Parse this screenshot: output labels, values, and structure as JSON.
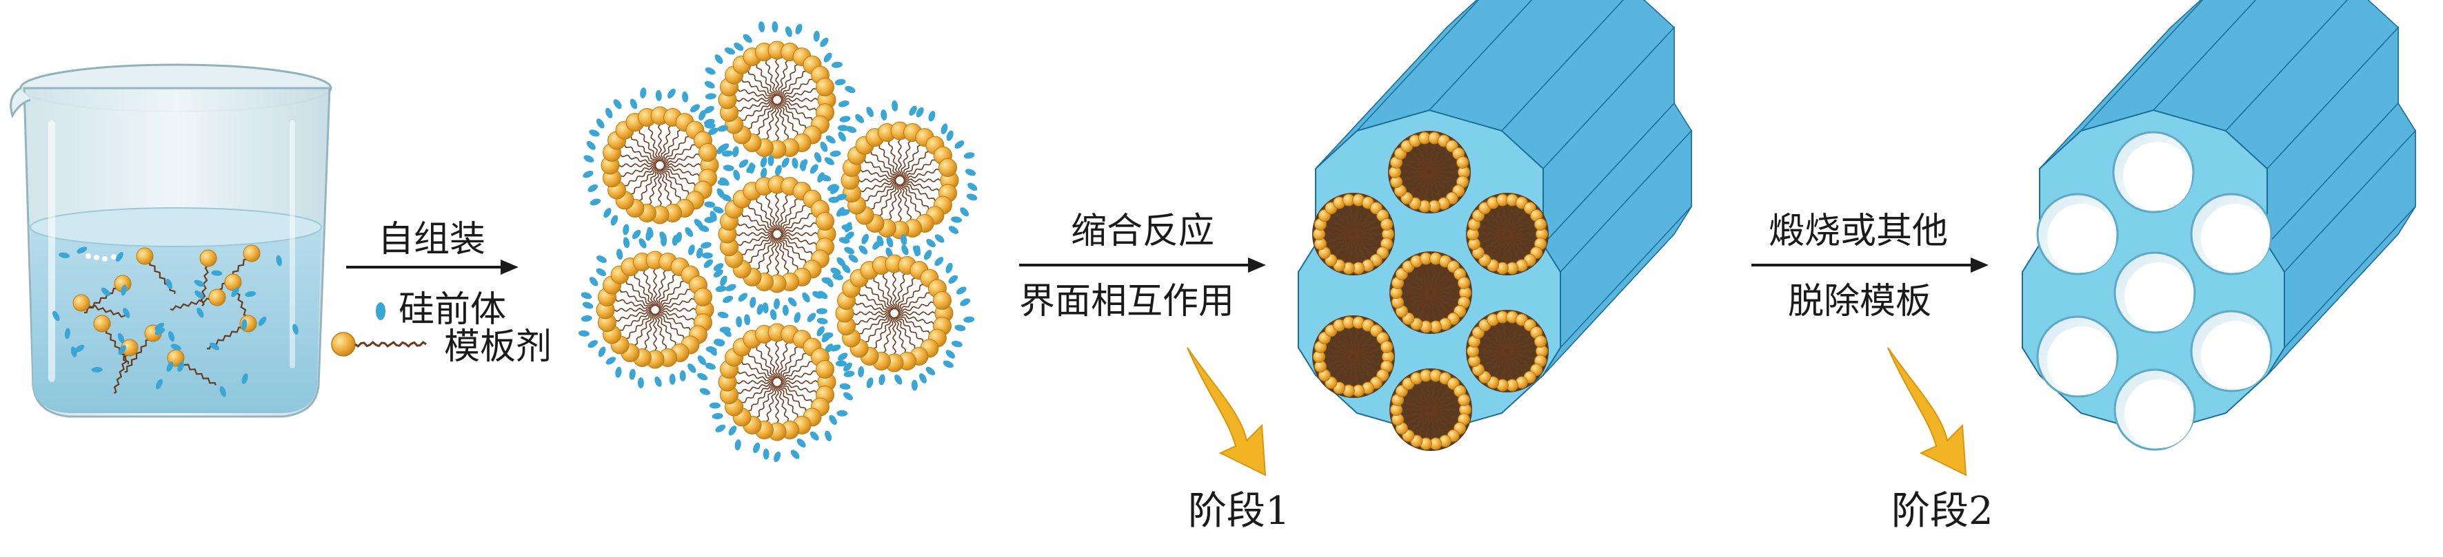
{
  "arrows": {
    "step1": {
      "label": "自组装"
    },
    "step2": {
      "label_top": "缩合反应",
      "label_bottom": "界面相互作用"
    },
    "step3": {
      "label_top": "煅烧或其他",
      "label_bottom": "脱除模板"
    }
  },
  "legend": {
    "silica_precursor": "硅前体",
    "template_agent": "模板剂"
  },
  "stages": {
    "stage1": "阶段1",
    "stage2": "阶段2"
  },
  "colors": {
    "silica_blue": "#3aa6d6",
    "silica_top": "#58b6de",
    "silica_dark": "#1f78a8",
    "micelle_head": "#f0b040",
    "micelle_tail": "#6b3a1e",
    "pore_white": "#ffffff",
    "callout_arrow": "#f2b324"
  },
  "icons": [
    "beaker-icon",
    "micelle-icon",
    "hexagonal-silica-icon",
    "callout-arrow-icon"
  ]
}
